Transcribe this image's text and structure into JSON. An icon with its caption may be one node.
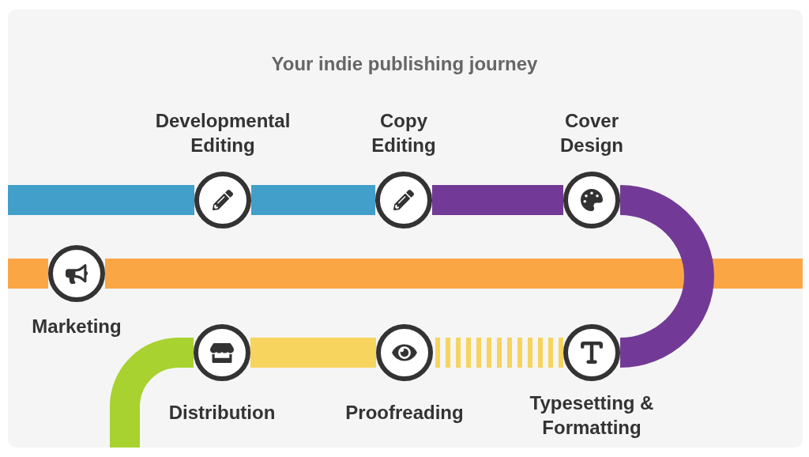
{
  "diagram": {
    "title": "Your indie publishing journey",
    "nodes": [
      {
        "text": [
          "Developmental Editing"
        ]
      },
      {
        "text": [
          "Copy Editing"
        ]
      },
      {
        "text": [
          "Cover Design"
        ]
      },
      {
        "text": [
          "Marketing"
        ]
      },
      {
        "text": [
          "Distribution"
        ]
      },
      {
        "text": [
          "Proofreading"
        ]
      },
      {
        "text": [
          "Typesetting & Formatting"
        ]
      }
    ],
    "edges": [
      {
        "from": null,
        "to": 0,
        "arrow": "none",
        "color": "#419fc9"
      },
      {
        "from": 0,
        "to": 1,
        "arrow": "none",
        "color": "#419fc9"
      },
      {
        "from": 1,
        "to": 2,
        "arrow": "none",
        "color": "#723a96"
      },
      {
        "from": 2,
        "to": 6,
        "arrow": "none",
        "color": "#723a96"
      },
      {
        "from": 6,
        "to": 5,
        "arrow": "none",
        "style": "dashed",
        "color": "#f6d45e"
      },
      {
        "from": 5,
        "to": 4,
        "arrow": "none",
        "color": "#f6d45e"
      },
      {
        "from": 4,
        "to": null,
        "arrow": "none",
        "color": "#a7d22f"
      },
      {
        "from": null,
        "to": 3,
        "arrow": "none",
        "color": "#fba645"
      },
      {
        "from": 3,
        "to": null,
        "arrow": "none",
        "color": "#fba645"
      }
    ]
  }
}
